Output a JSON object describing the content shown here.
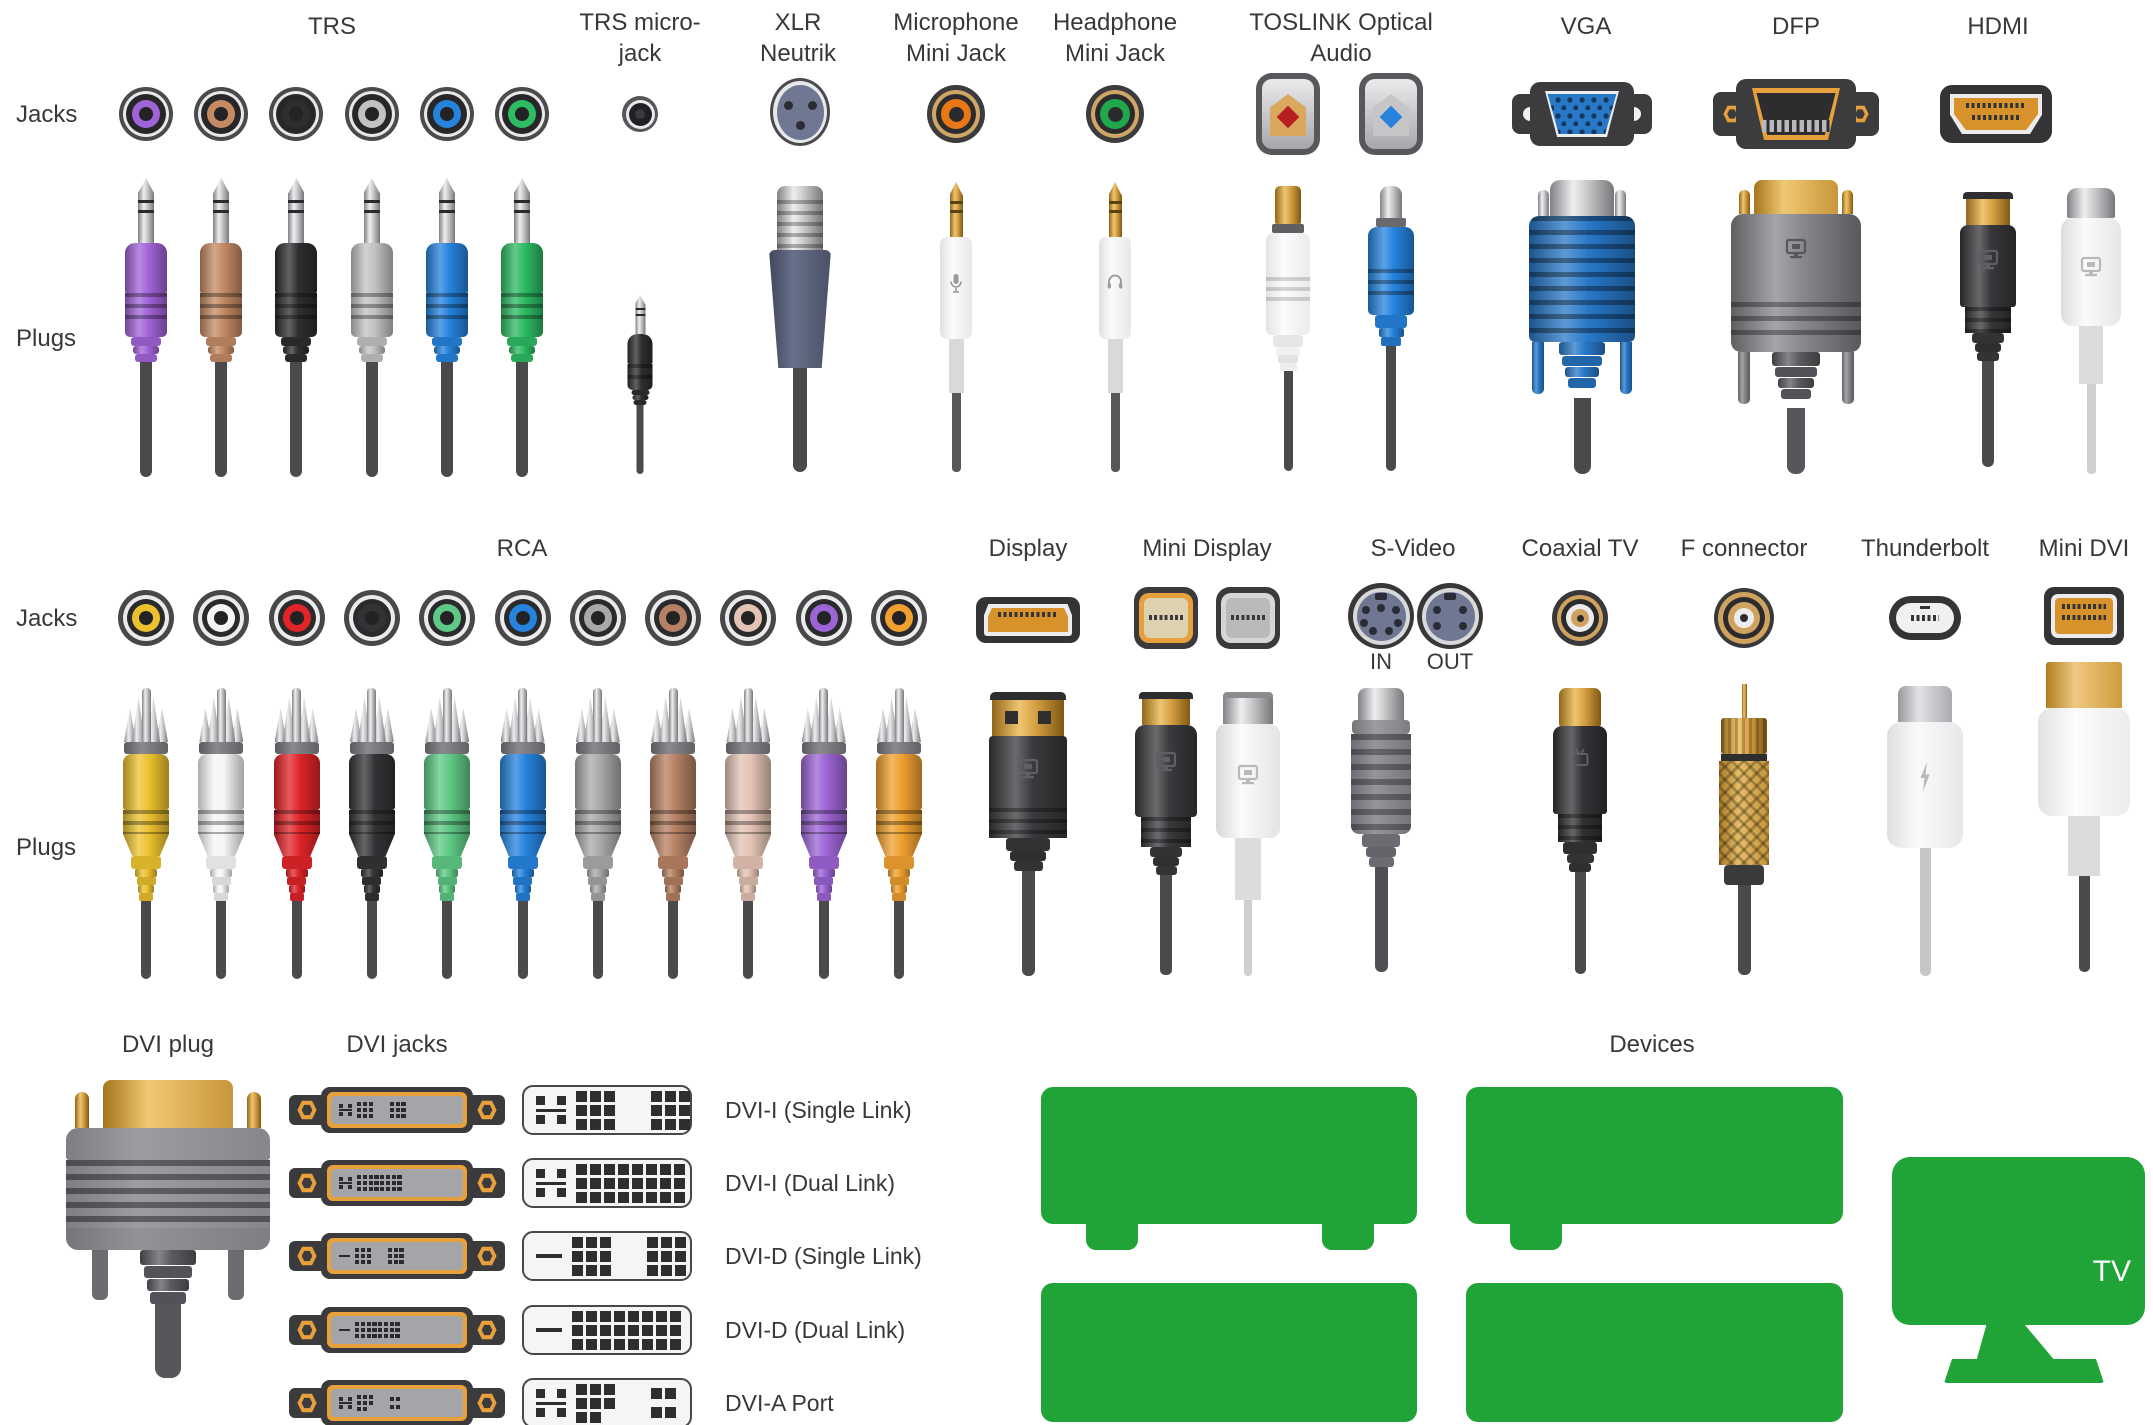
{
  "labels": {
    "jacks": "Jacks",
    "plugs": "Plugs"
  },
  "row1": {
    "titles": {
      "trs": "TRS",
      "trs_micro": "TRS micro-jack",
      "xlr": "XLR Neutrik",
      "mic": "Microphone Mini Jack",
      "headphone": "Headphone Mini Jack",
      "toslink": "TOSLINK Optical Audio",
      "vga": "VGA",
      "dfp": "DFP",
      "hdmi": "HDMI"
    },
    "trs_colors": [
      "#a163d8",
      "#c48a64",
      "#2e2e30",
      "#c2c2c4",
      "#2583dd",
      "#2dbb63"
    ],
    "mic_color": "#e87817",
    "headphone_color": "#1fa84c",
    "toslink_left_diamond": "#b5201f",
    "toslink_right_diamond": "#2583dd",
    "vga_blue": "#2878c8",
    "accent_gold": "#d8922c"
  },
  "row2": {
    "titles": {
      "rca": "RCA",
      "display": "Display",
      "mini_display": "Mini Display",
      "svideo": "S-Video",
      "coax": "Coaxial TV",
      "fconn": "F connector",
      "thunderbolt": "Thunderbolt",
      "mini_dvi": "Mini DVI"
    },
    "rca_colors": [
      "#ecc12f",
      "#f5f5f5",
      "#e02428",
      "#333336",
      "#5ec985",
      "#2583dd",
      "#a8a8aa",
      "#b58063",
      "#e3c3b4",
      "#9c64d4",
      "#efa02f"
    ],
    "svideo_in_label": "IN",
    "svideo_out_label": "OUT"
  },
  "row3": {
    "titles": {
      "dvi_plug": "DVI plug",
      "dvi_jacks": "DVI jacks",
      "devices": "Devices"
    },
    "dvi_ports": [
      {
        "label": "DVI-I (Single Link)",
        "pattern": "cross|3x3|gap|3x3"
      },
      {
        "label": "DVI-I (Dual Link)",
        "pattern": "cross|8x3"
      },
      {
        "label": "DVI-D (Single Link)",
        "pattern": "dash|3x3|gap|3x3"
      },
      {
        "label": "DVI-D (Dual Link)",
        "pattern": "dash|8x3"
      },
      {
        "label": "DVI-A Port",
        "pattern": "cross|3x3a|gap|2x2"
      }
    ],
    "device_color": "#21a437",
    "tv_label": "TV"
  }
}
